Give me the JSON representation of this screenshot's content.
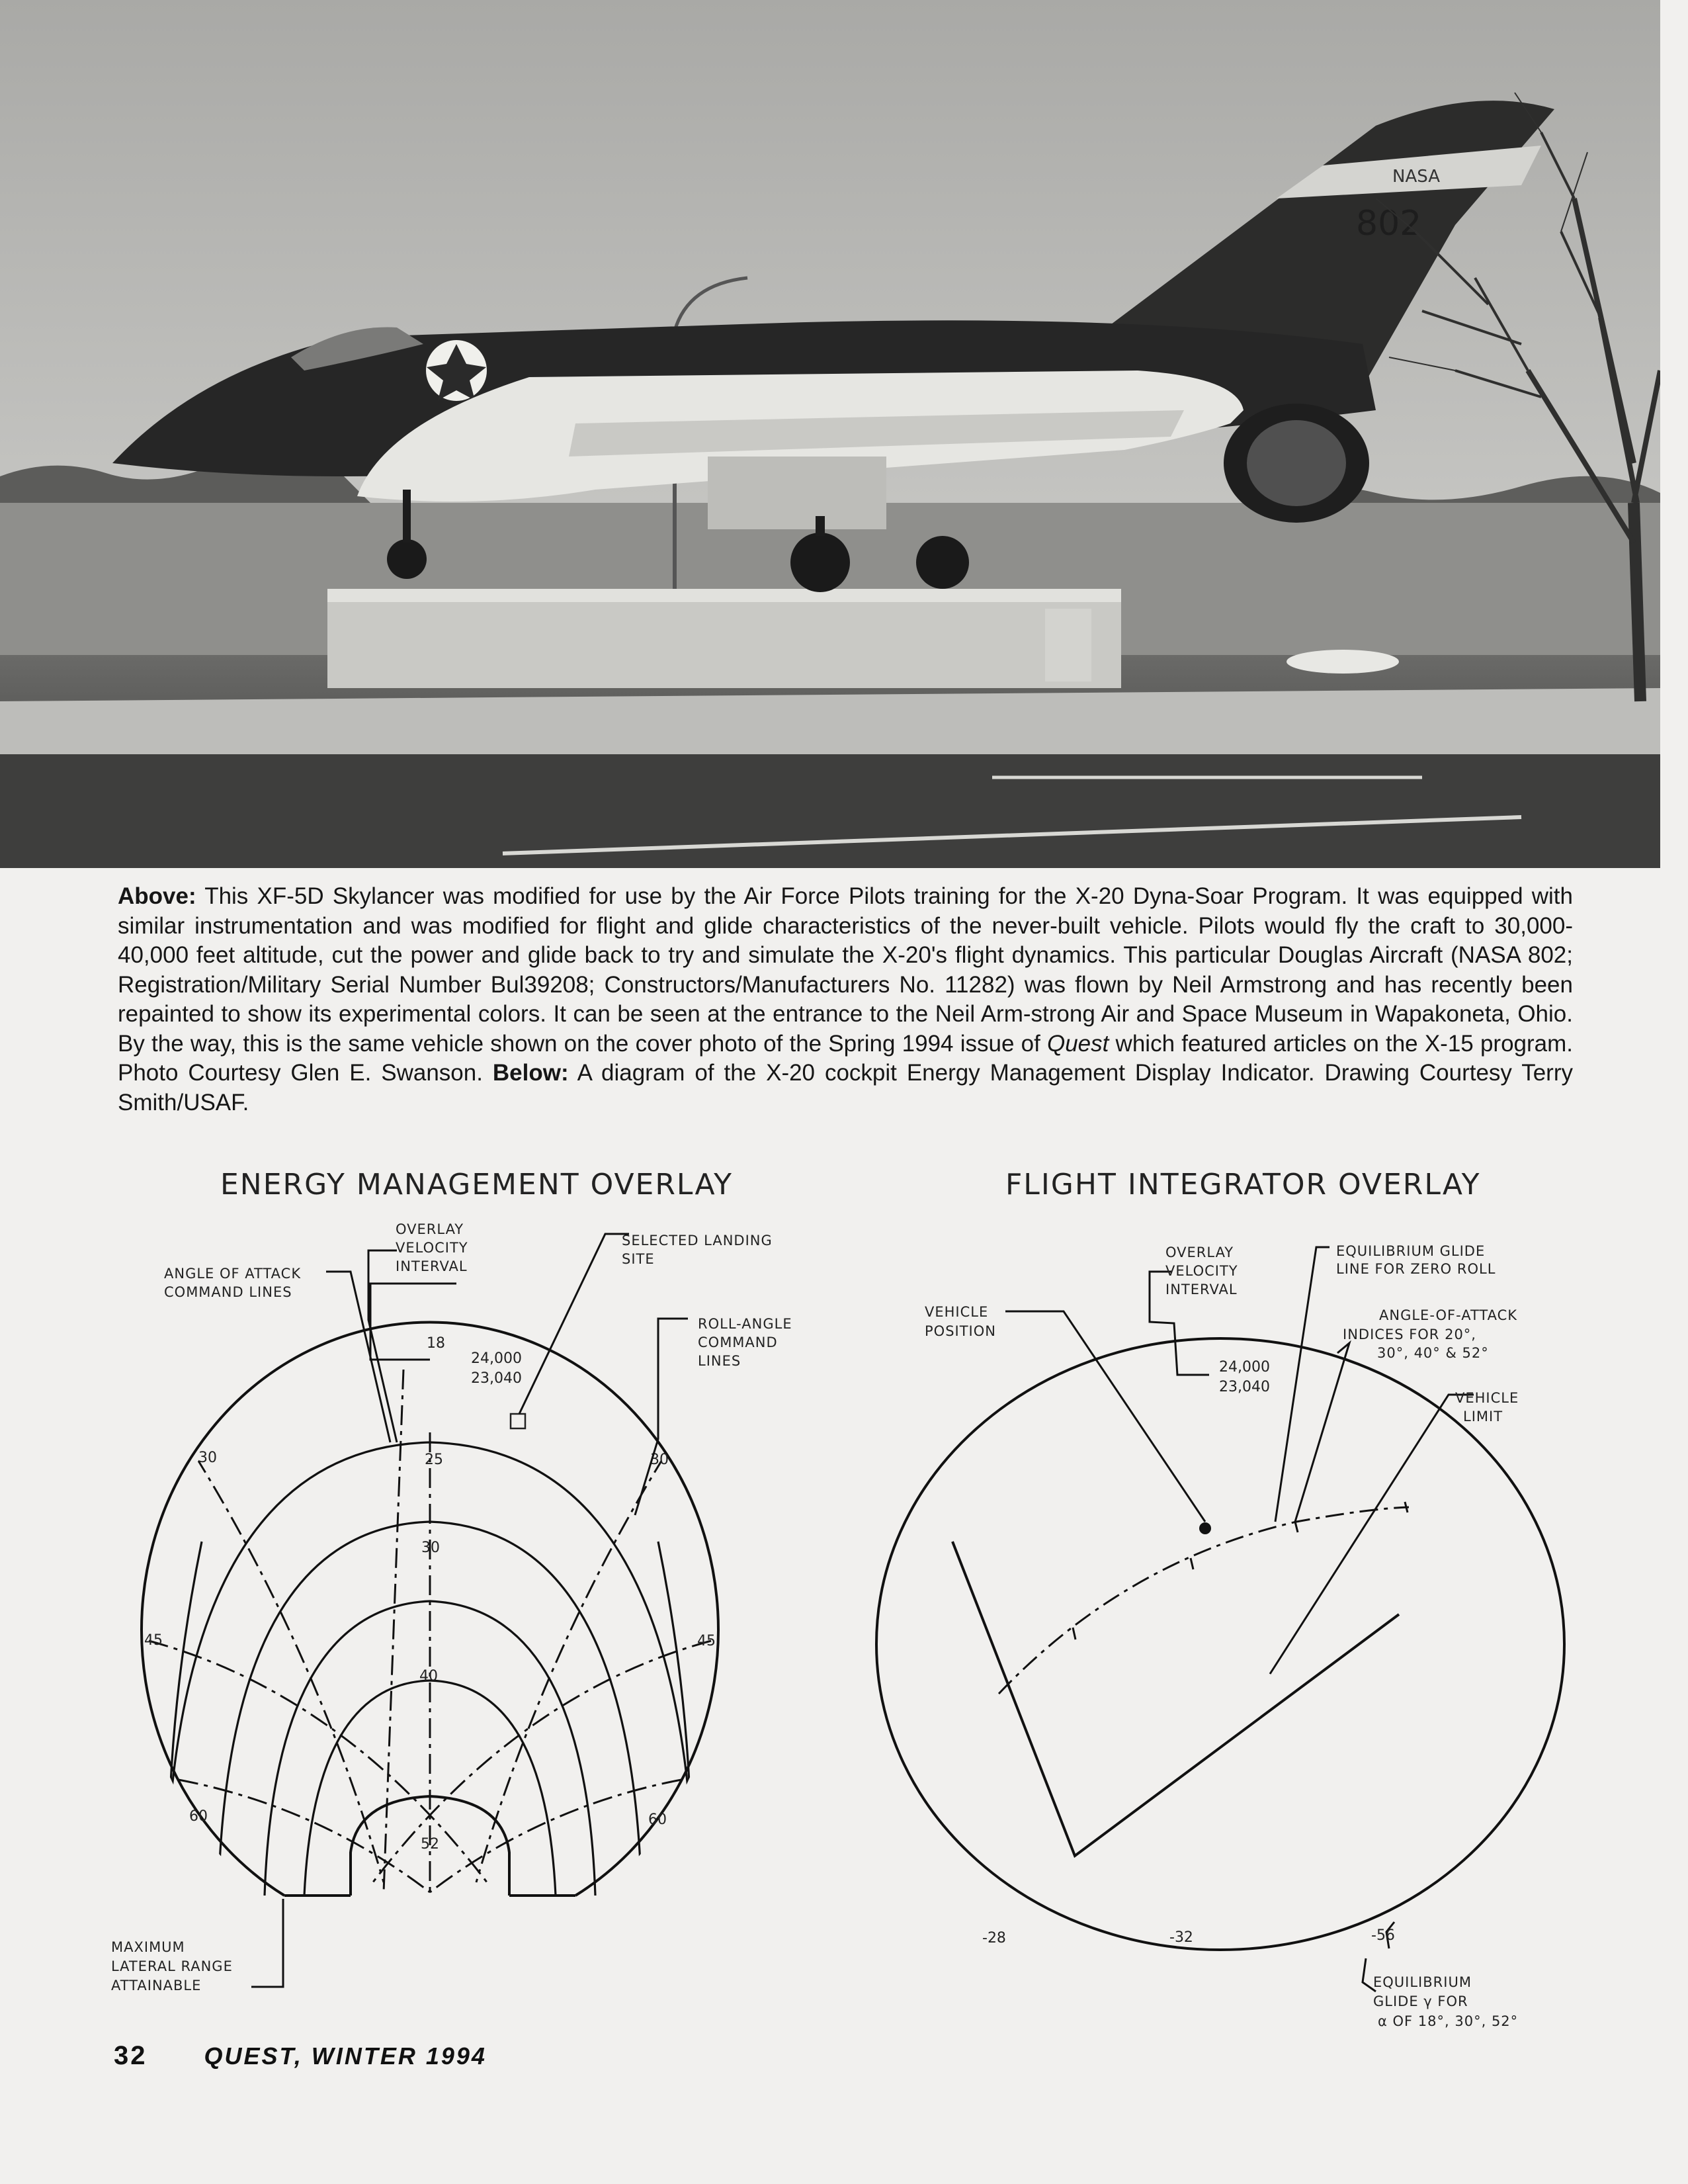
{
  "photo": {
    "alt": "XF-5D Skylancer",
    "tail_number": "802",
    "tail_marking": "NASA"
  },
  "caption": {
    "above_label": "Above:",
    "part1": " This XF-5D Skylancer was modified for use by the Air Force Pilots training for the X-20 Dyna-Soar Program. It was equipped with similar instrumentation and was modified for flight and glide characteristics of the never-built vehicle. Pilots would fly the craft to 30,000-40,000 feet altitude, cut the power and glide back to try and simulate the X-20's flight dynamics.  This particular Douglas Aircraft (NASA 802; Registration/Military Serial Number Bul39208; Constructors/Manufacturers No. 11282) was flown by Neil Armstrong and has recently been repainted to show its experimental colors.  It can be seen at the entrance to the Neil Arm-strong Air and Space Museum in Wapakoneta, Ohio.  By the way, this is the same vehicle shown on the cover photo of the Spring 1994 issue of ",
    "quest": "Quest",
    "part2": " which featured articles on the X-15 program. Photo Courtesy Glen E. Swanson. ",
    "below_label": "Below:",
    "part3": " A diagram of the X-20 cockpit Energy Management Display Indicator.  Drawing Courtesy Terry Smith/USAF."
  },
  "energy_overlay": {
    "title": "ENERGY MANAGEMENT OVERLAY",
    "labels": {
      "overlay_velocity": [
        "OVERLAY",
        "VELOCITY",
        "INTERVAL"
      ],
      "angle_of_attack": [
        "ANGLE OF ATTACK",
        "COMMAND LINES"
      ],
      "selected_landing": [
        "SELECTED LANDING",
        "SITE"
      ],
      "roll_angle": [
        "ROLL-ANGLE",
        "COMMAND",
        "LINES"
      ],
      "max_lateral": [
        "MAXIMUM",
        "LATERAL RANGE",
        "ATTAINABLE"
      ]
    },
    "readout": {
      "top": "18",
      "v1": "24,000",
      "v2": "23,040"
    },
    "ticks": {
      "a25": "25",
      "a30": "30",
      "a40": "40",
      "a52": "52",
      "l30": "30",
      "r30": "30",
      "l45": "45",
      "r45": "45",
      "l60": "60",
      "r60": "60"
    }
  },
  "flight_overlay": {
    "title": "FLIGHT INTEGRATOR OVERLAY",
    "labels": {
      "overlay_velocity": [
        "OVERLAY",
        "VELOCITY",
        "INTERVAL"
      ],
      "vehicle_position": [
        "VEHICLE",
        "POSITION"
      ],
      "equilibrium_zero": [
        "EQUILIBRIUM GLIDE",
        "LINE FOR ZERO ROLL"
      ],
      "angle_indices": [
        "ANGLE-OF-ATTACK",
        "INDICES FOR 20°,",
        "30°, 40° & 52°"
      ],
      "vehicle_limit": [
        "VEHICLE",
        "LIMIT"
      ],
      "equilibrium_glide": [
        "EQUILIBRIUM",
        "GLIDE γ FOR",
        "α OF 18°, 30°, 52°"
      ]
    },
    "readout": {
      "v1": "24,000",
      "v2": "23,040"
    },
    "scale": {
      "s1": "-28",
      "s2": "-32",
      "s3": "-56"
    }
  },
  "footer": {
    "page_number": "32",
    "publication": "QUEST,  WINTER  1994"
  }
}
